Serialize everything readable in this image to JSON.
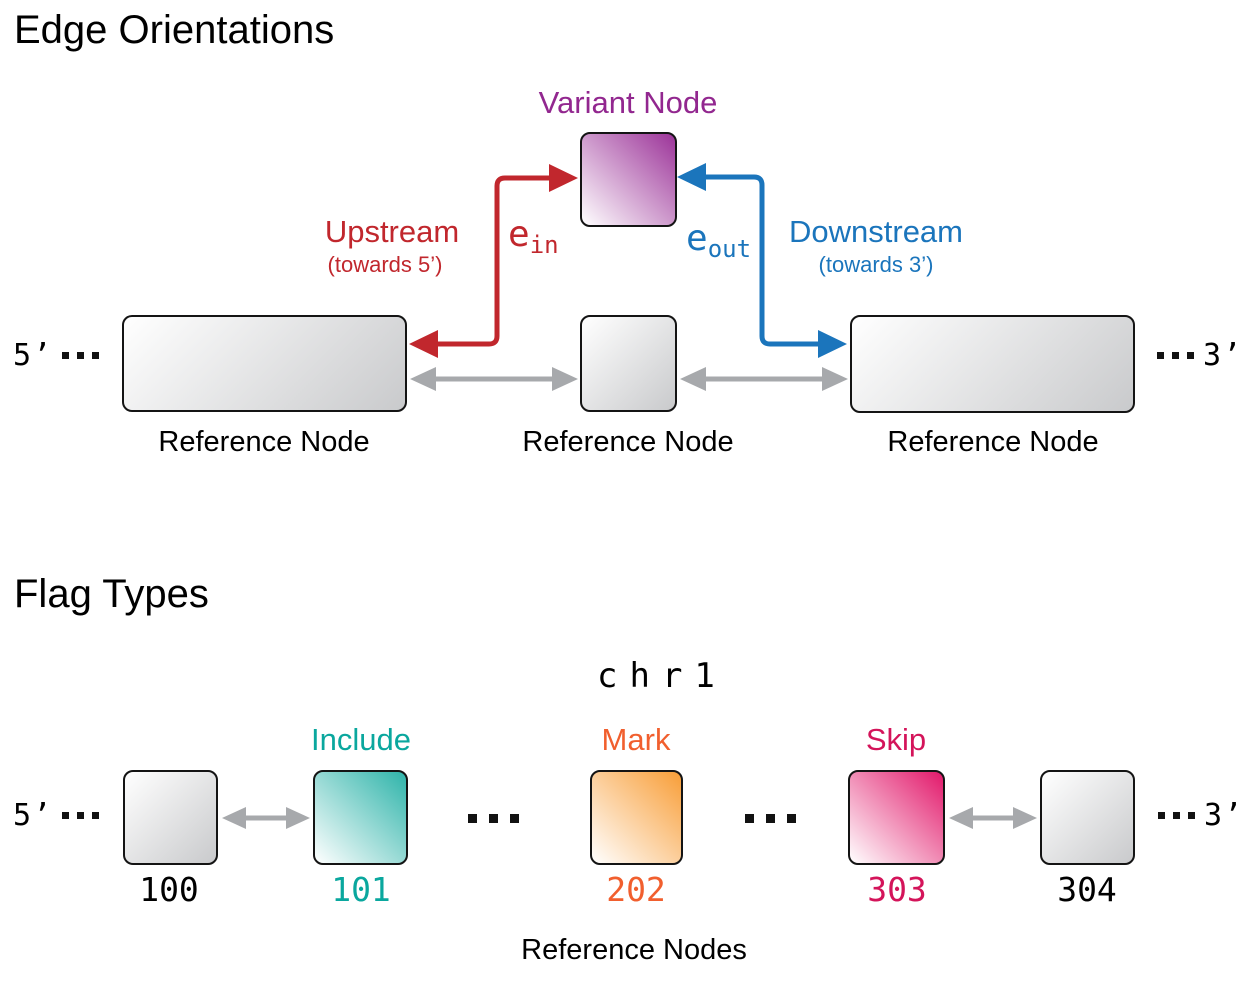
{
  "colors": {
    "upstream_red": "#c1272d",
    "downstream_blue": "#1b75bc",
    "variant_purple": "#92278f",
    "include_teal": "#0aa79e",
    "mark_orange": "#f15f2e",
    "skip_pink": "#d4145a",
    "backbone_gray": "#a7a9ac",
    "node_border": "#141414"
  },
  "edge_orientations": {
    "title": "Edge Orientations",
    "variant_node_label": "Variant Node",
    "upstream_label": "Upstream",
    "upstream_sub": "(towards 5’)",
    "downstream_label": "Downstream",
    "downstream_sub": "(towards 3’)",
    "edge_in_base": "e",
    "edge_in_sub": "in",
    "edge_out_base": "e",
    "edge_out_sub": "out",
    "five_prime": "5’",
    "three_prime": "3’",
    "ref_node_left": "Reference Node",
    "ref_node_mid": "Reference Node",
    "ref_node_right": "Reference Node"
  },
  "flag_types": {
    "title": "Flag Types",
    "chromosome": "chr1",
    "five_prime": "5’",
    "three_prime": "3’",
    "bottom_label": "Reference Nodes",
    "nodes": [
      {
        "id": "100",
        "flag": ""
      },
      {
        "id": "101",
        "flag": "Include"
      },
      {
        "id": "202",
        "flag": "Mark"
      },
      {
        "id": "303",
        "flag": "Skip"
      },
      {
        "id": "304",
        "flag": ""
      }
    ]
  }
}
